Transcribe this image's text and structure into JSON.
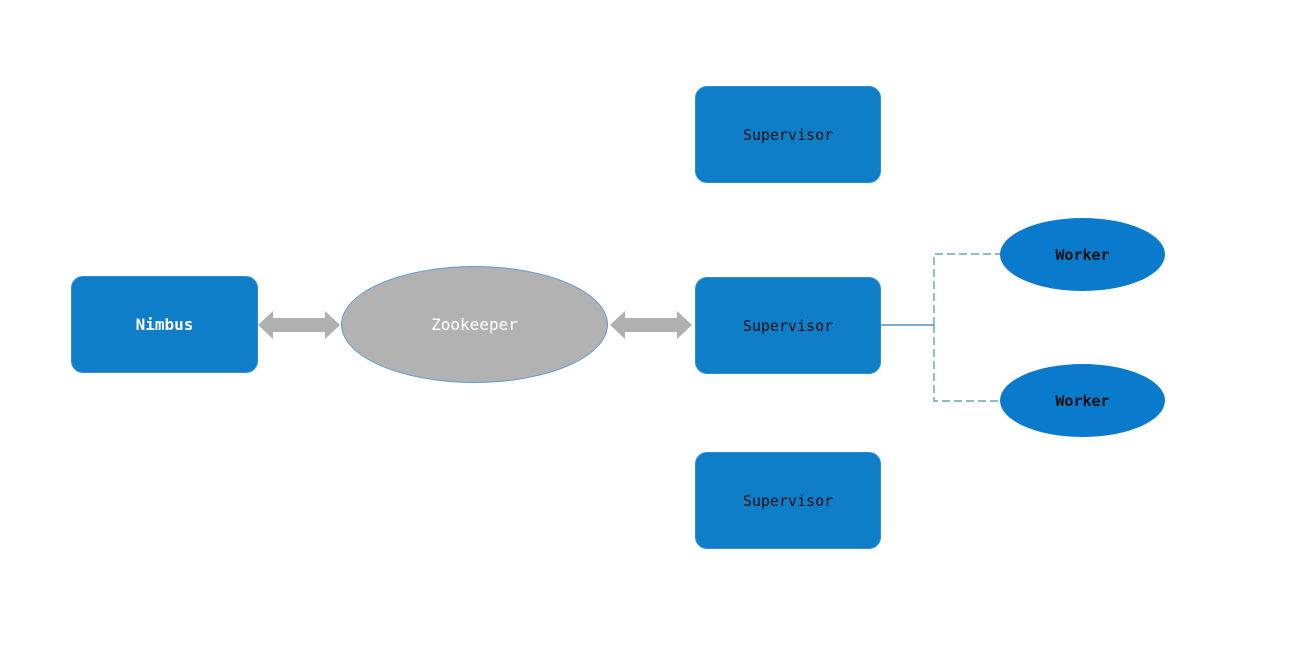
{
  "diagram": {
    "nodes": {
      "nimbus": "Nimbus",
      "zookeeper": "Zookeeper",
      "supervisors": [
        "Supervisor",
        "Supervisor",
        "Supervisor"
      ],
      "workers": [
        "Worker",
        "Worker"
      ]
    },
    "colors": {
      "box_fill": "#0f7ec8",
      "ellipse_fill": "#b2b2b2",
      "arrow": "#b0b0b0",
      "connector": "#2e7fb2"
    }
  }
}
